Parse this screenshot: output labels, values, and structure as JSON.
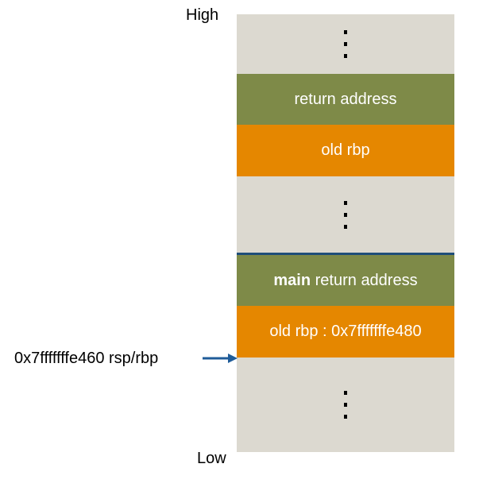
{
  "axis": {
    "high_label": "High",
    "low_label": "Low"
  },
  "stack": {
    "segments": [
      {
        "type": "ellipsis",
        "label": ""
      },
      {
        "type": "return-address",
        "label": "return address",
        "color": "#7e8a48"
      },
      {
        "type": "old-rbp",
        "label": "old rbp",
        "color": "#e58700"
      },
      {
        "type": "ellipsis",
        "label": ""
      },
      {
        "type": "main-return-address",
        "label_bold": "main",
        "label_rest": " return address",
        "color": "#7e8a48"
      },
      {
        "type": "old-rbp-value",
        "label": "old rbp : 0x7fffffffe480",
        "color": "#e58700"
      },
      {
        "type": "ellipsis",
        "label": ""
      }
    ],
    "background_color": "#dcd9d0",
    "divider_color": "#1f4e79"
  },
  "pointer": {
    "label": "0x7fffffffe460 rsp/rbp",
    "arrow_color": "#1f5c99"
  }
}
